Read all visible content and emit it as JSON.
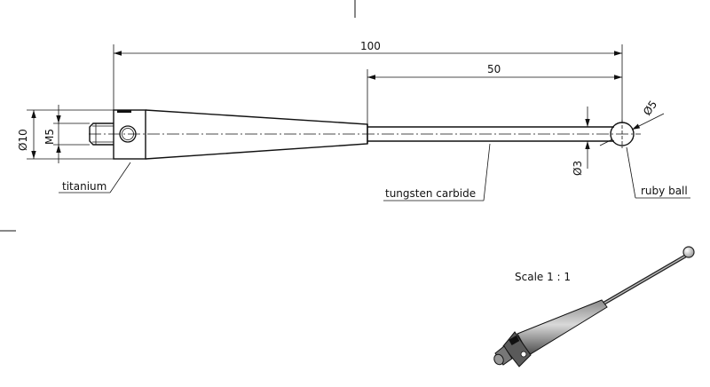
{
  "drawing": {
    "dimensions": {
      "overall_length": "100",
      "shaft_length": "50",
      "body_diameter": "Ø10",
      "thread": "M5",
      "shaft_diameter": "Ø3",
      "ball_diameter": "Ø5"
    },
    "callouts": {
      "body_material": "titanium",
      "shaft_material": "tungsten carbide",
      "tip": "ruby ball"
    },
    "scale": "Scale 1 : 1"
  }
}
